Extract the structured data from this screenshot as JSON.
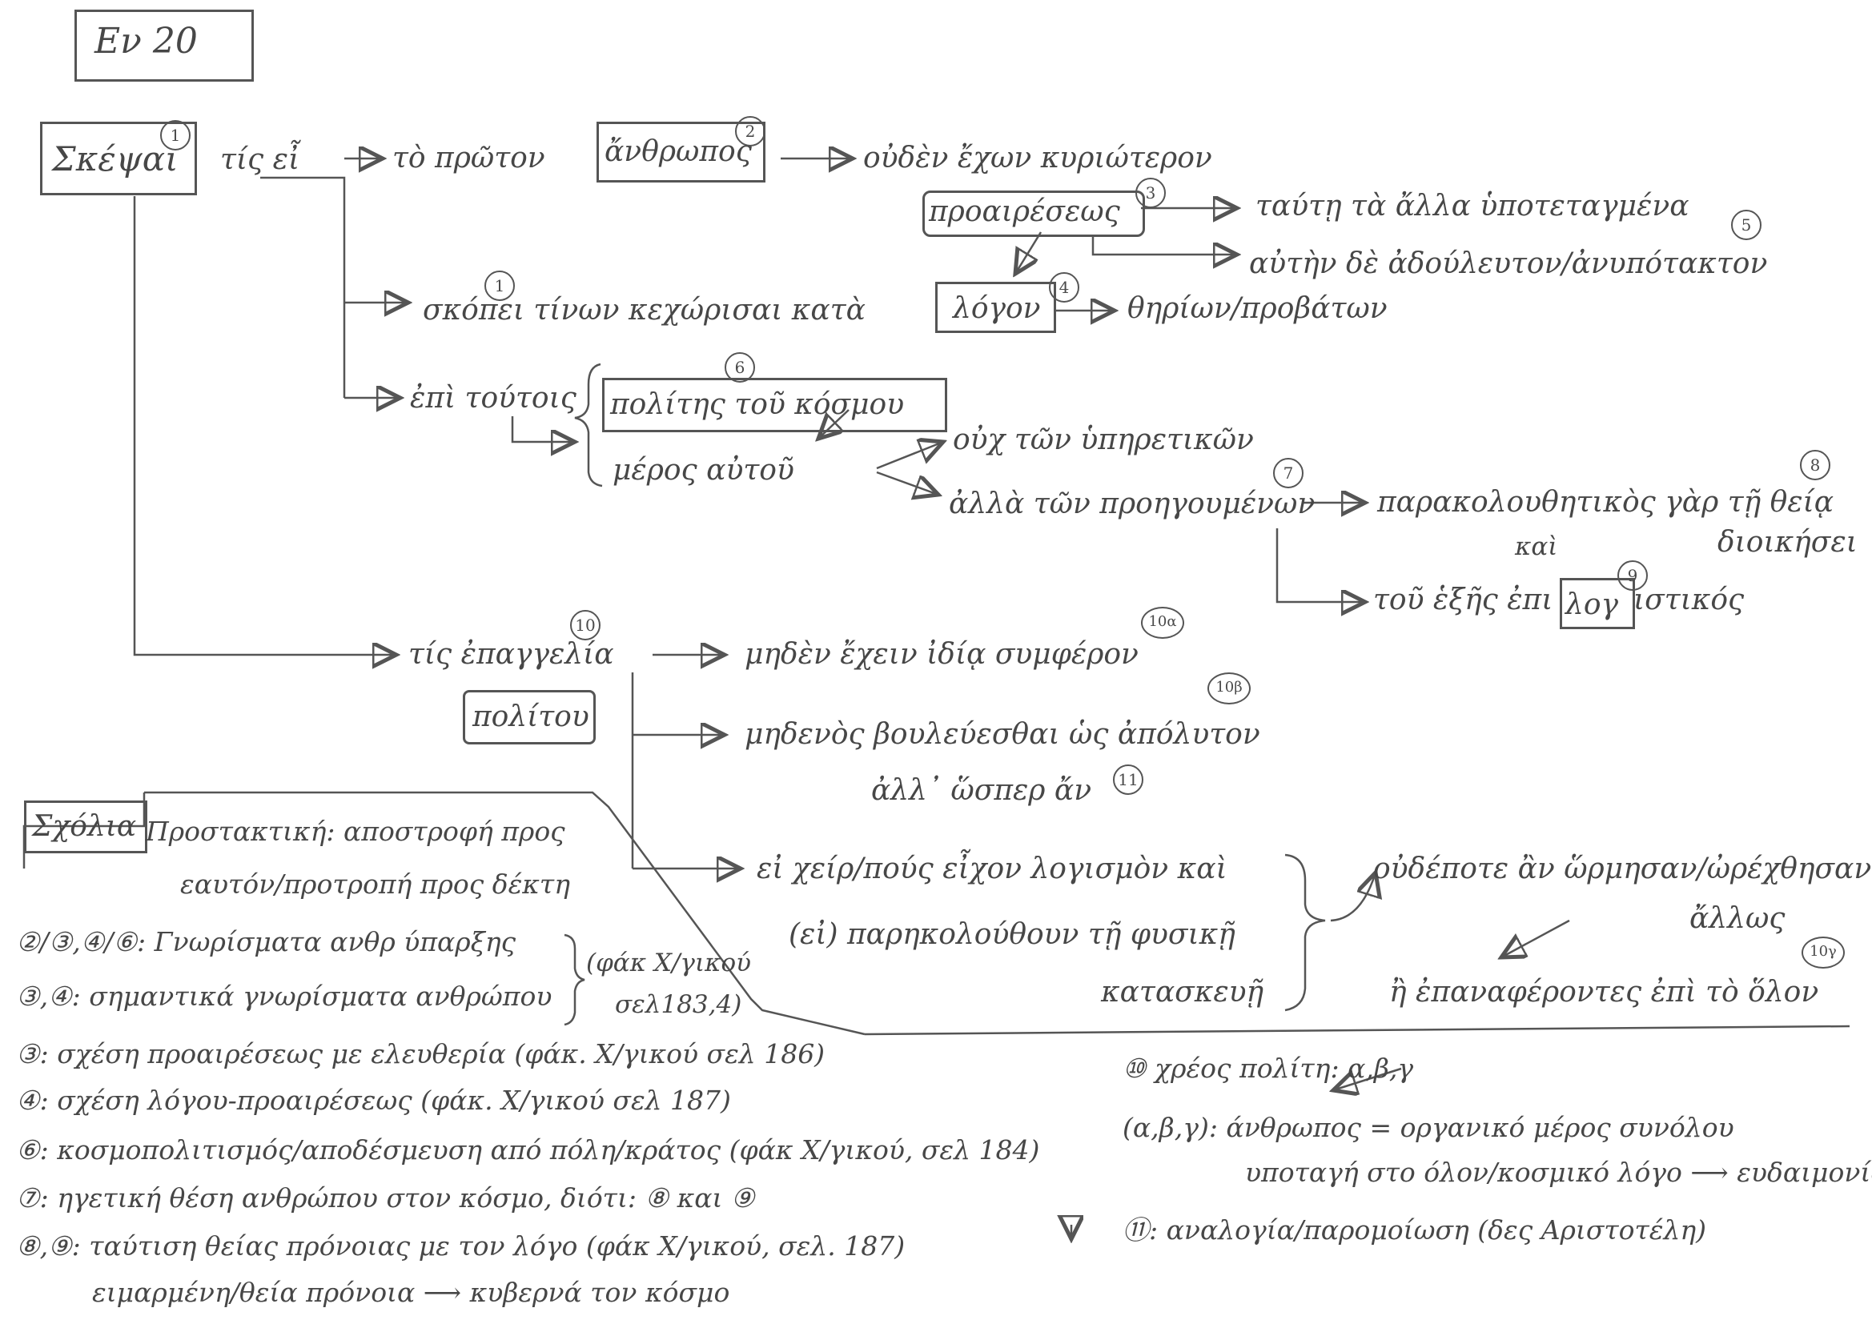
{
  "header": {
    "title": "Εν 20"
  },
  "nodes": {
    "root": "Σκέψαι",
    "tis_ei": "τίς εἶ",
    "proton": "τὸ πρῶτον",
    "anthropos": "ἄνθρωπος",
    "ouden": "οὐδὲν ἔχων κυριώτερον",
    "proairesis": "προαιρέσεως",
    "tauti": "ταύτῃ τὰ ἄλλα ὑποτεταγμένα",
    "autin": "αὐτὴν δὲ ἀδούλευτον/ἀνυπότακτον",
    "skopei": "σκόπει τίνων κεχώρισαι κατὰ",
    "logon": "λόγον",
    "thirion": "θηρίων/προβάτων",
    "epi": "ἐπὶ τούτοις",
    "politis": "πολίτης τοῦ κόσμου",
    "meros": "μέρος αὐτοῦ",
    "ouch": "οὐχ τῶν ὑπηρετικῶν",
    "alla": "ἀλλὰ τῶν προηγουμένων",
    "parako": "παρακολουθητικὸς γὰρ τῇ θείᾳ",
    "kai": "καὶ",
    "dioikisei": "διοικήσει",
    "tou": "τοῦ ἑξῆς ἐπι",
    "logi": "λογ",
    "stikos": "ιστικός",
    "epangelia": "τίς ἐπαγγελία",
    "politou": "πολίτου",
    "miden_exein": "μηδὲν ἔχειν ἰδίᾳ συμφέρον",
    "midenos": "μηδενὸς βουλεύεσθαι ὡς ἀπόλυτον",
    "all_osper": "ἀλλ᾽ ὥσπερ ἄν",
    "ei_xeir": "εἰ χείρ/πούς εἶχον λογισμὸν καὶ",
    "ei_par": "(εἰ) παρηκολούθουν τῇ φυσικῇ",
    "kataskevi": "κατασκευῇ",
    "oudepote": "οὐδέποτε ἂν ὥρμησαν/ὠρέχθησαν",
    "allos": "ἄλλως",
    "i_epan": "ἢ ἐπαναφέροντες ἐπὶ τὸ ὅλον"
  },
  "badges": [
    "1",
    "2",
    "3",
    "4",
    "1",
    "6",
    "7",
    "8",
    "9",
    "10",
    "10α",
    "10β",
    "11",
    "10γ"
  ],
  "notes": {
    "schima": "Σχόλια",
    "n1a": "Προστακτική: αποστροφή προς",
    "n1b": "εαυτόν/προτροπή προς δέκτη",
    "n2a": "②/③,④/⑥: Γνωρίσματα ανθρ ύπαρξης",
    "n2b": "③,④: σημαντικά γνωρίσματα ανθρώπου",
    "n2c": "(φάκ Χ/γικού",
    "n2d": "σελ183,4)",
    "n3": "③: σχέση προαιρέσεως με ελευθερία (φάκ. Χ/γικού σελ 186)",
    "n4": "④: σχέση λόγου-προαιρέσεως (φάκ. Χ/γικού σελ 187)",
    "n5": "⑥: κοσμοπολιτισμός/αποδέσμευση από πόλη/κράτος (φάκ Χ/γικού, σελ 184)",
    "n6": "⑦: ηγετική θέση ανθρώπου στον κόσμο, διότι: ⑧ και ⑨",
    "n7a": "⑧,⑨: ταύτιση θείας πρόνοιας με τον λόγο (φάκ Χ/γικού, σελ. 187)",
    "n7b": "ειμαρμένη/θεία πρόνοια ⟶ κυβερνά τον κόσμο",
    "r1": "⑩ χρέος πολίτη: α,β,γ",
    "r2a": "(α,β,γ): άνθρωπος = οργανικό μέρος συνόλου",
    "r2b": "υποταγή στο όλον/κοσμικό λόγο ⟶ ευδαιμονία",
    "r3": "⑪: αναλογία/παρομοίωση (δες Αριστοτέλη)"
  }
}
